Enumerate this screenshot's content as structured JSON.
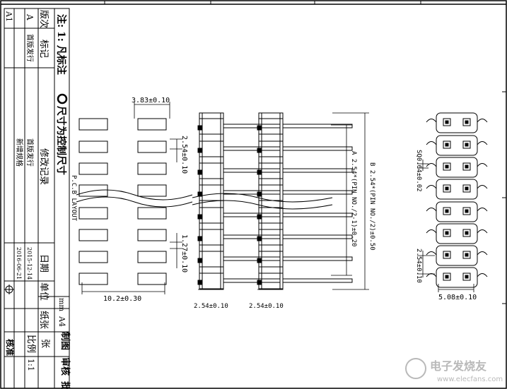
{
  "title_block": {
    "note_label": "注: 1: 凡标注",
    "note_label_2": "尺寸为控制尺寸",
    "header_version": "版次",
    "header_mark": "标记",
    "header_record": "修改记录",
    "header_date": "日期",
    "header_unit": "单位",
    "header_unit_value": "mm",
    "header_paper": "纸张",
    "header_paper_value": "A4",
    "header_scale": "比例",
    "header_scale_value": "1:1",
    "header_sheet": "张",
    "rows": [
      {
        "version": "A",
        "mark": "首版发行",
        "record": "首版发行",
        "date": "2015-12-14"
      },
      {
        "version": "A1",
        "mark": "",
        "record": "新增规格",
        "date": "2016-06-21"
      }
    ],
    "side_labels": [
      "制图",
      "审核",
      "批"
    ],
    "approval": "核准"
  },
  "dimensions": {
    "pcb_top": "3.83±0.10",
    "pcb_pitch": "2.54±0.10",
    "pcb_small": "1.27±0.10",
    "pcb_width": "10.2±0.30",
    "pcb_layout": "P.C.B LAYOUT",
    "side_a": "A 2.54*(PIN NO./2-1)±0.20",
    "side_b": "B 2.54*(PIN NO./2)±0.50",
    "bottom_left": "2.54±0.10",
    "bottom_right": "2.54±0.10",
    "right_pin": "SQ0.64±0.02",
    "right_pitch": "2.54±0.10",
    "right_width": "5.08±0.10"
  },
  "watermark": {
    "cn": "电子发烧友",
    "url": "www.elecfans.com"
  }
}
